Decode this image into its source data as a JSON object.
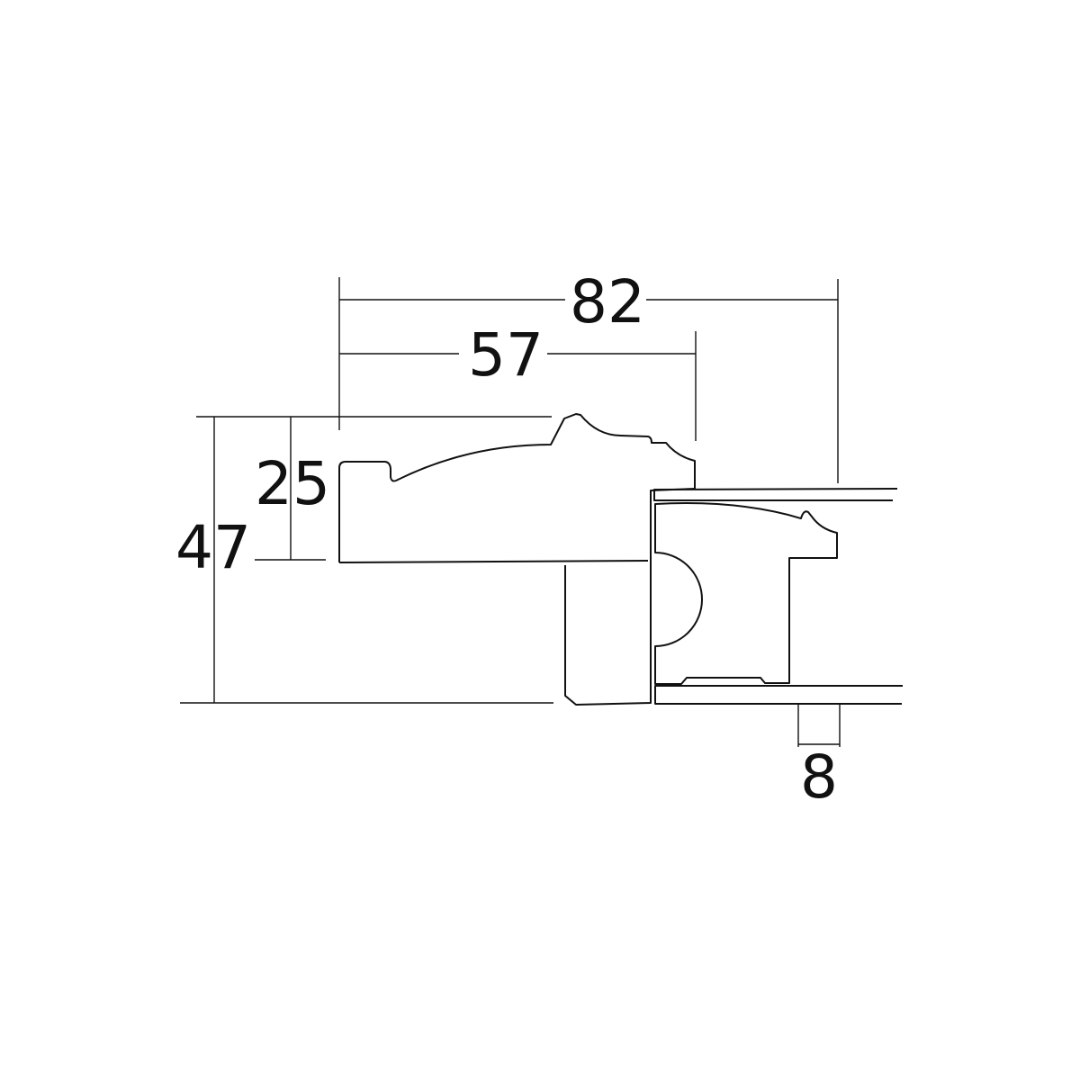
{
  "diagram": {
    "type": "frame-profile-cross-section",
    "dimensions": {
      "overall_width": "82",
      "face_width": "57",
      "rebate_height": "25",
      "overall_height": "47",
      "rebate_width": "8"
    },
    "colors": {
      "line": "#111111",
      "background": "#ffffff"
    }
  }
}
